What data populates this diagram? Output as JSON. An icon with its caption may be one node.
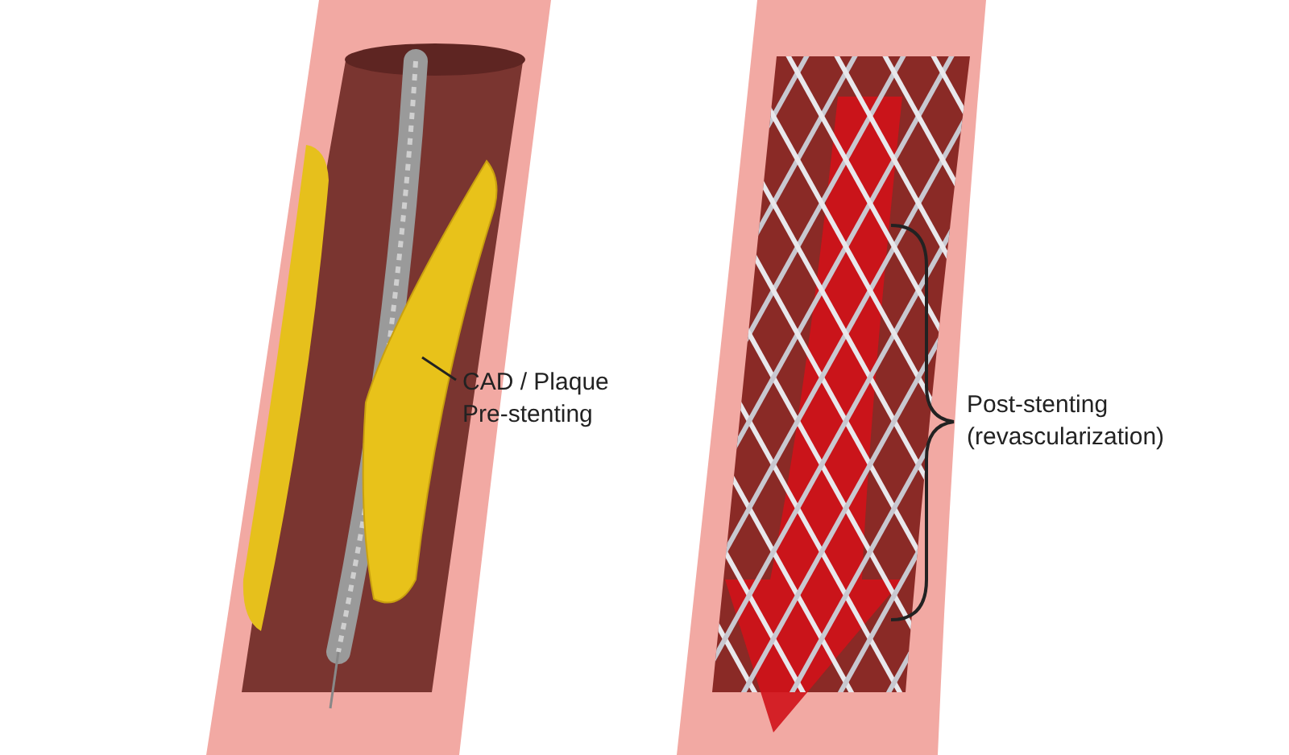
{
  "diagram": {
    "nodes": [
      {
        "text": [
          "CAD / Plaque Pre-stenting"
        ]
      },
      {
        "text": [],
        "shape": "picture"
      }
    ],
    "edges": [
      {
        "from": 0,
        "to": 1,
        "arrow": "none"
      }
    ],
    "labels": [
      "Post-stenting (revascularization)"
    ]
  }
}
